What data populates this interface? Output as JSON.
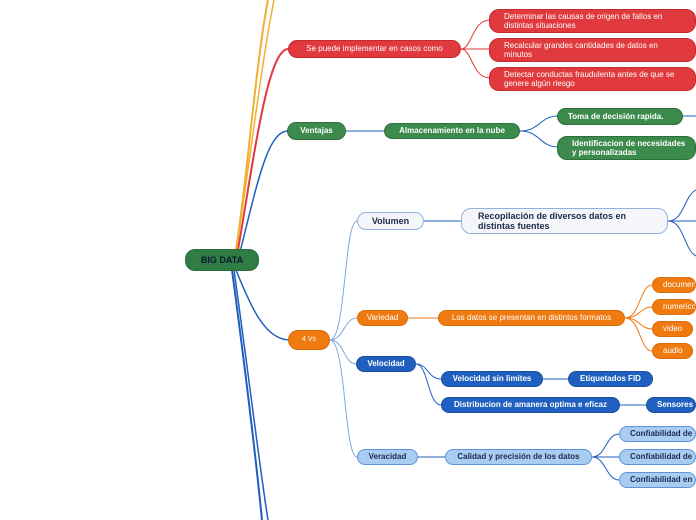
{
  "root": "BIG DATA",
  "implementar": {
    "label": "Se puede implementar en casos como",
    "items": [
      "Determinar las causas de origen de fallos en distintas situaciones",
      "Recalcular grandes cantidades de datos en minutos",
      "Detectar conductas fraudulenta antes de que se genere algún riesgo"
    ]
  },
  "ventajas": {
    "label": "Ventajas",
    "almacenamiento": "Almacenamiento en la nube",
    "items": [
      "Toma de decisión rapida.",
      "Identificacion de necesidades y personalizadas"
    ]
  },
  "vs": {
    "label": "4 Vs",
    "volumen": {
      "label": "Volumen",
      "child": "Recopilación de diversos datos en distintas fuentes"
    },
    "variedad": {
      "label": "Variedad",
      "child": "Los datos se presentan en distintos formatos",
      "formats": [
        "documen",
        "numerico",
        "video",
        "audio"
      ]
    },
    "velocidad": {
      "label": "Velocidad",
      "sin_limites": "Velocidad sin limites",
      "etiquetados": "Etiquetados FID",
      "distribucion": "Distribucion de amanera optima e eficaz",
      "sensores": "Sensores d"
    },
    "veracidad": {
      "label": "Veracidad",
      "child": "Calidad y precisión de los datos",
      "items": [
        "Confiabilidad de",
        "Confiabilidad de",
        "Confiabilidad en"
      ]
    }
  }
}
